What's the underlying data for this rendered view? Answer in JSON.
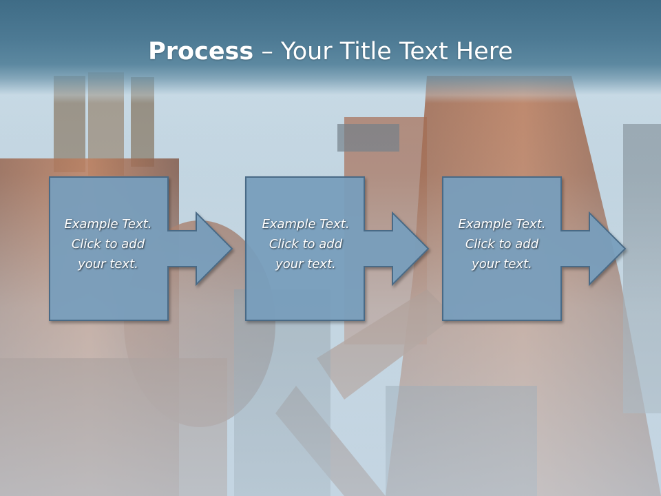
{
  "slide": {
    "title_bold": "Process",
    "title_rest": " – Your Title Text Here",
    "steps": [
      {
        "lines": [
          "Example Text.",
          "Click  to add",
          "your text."
        ]
      },
      {
        "lines": [
          "Example Text.",
          "Click  to add",
          "your text."
        ]
      },
      {
        "lines": [
          "Example Text.",
          "Click  to add",
          "your text."
        ]
      }
    ]
  },
  "colors": {
    "title_bar": "#4d7a94",
    "box_fill": "#7a9fbe",
    "box_border": "#4a6b86",
    "text": "#ffffff"
  }
}
